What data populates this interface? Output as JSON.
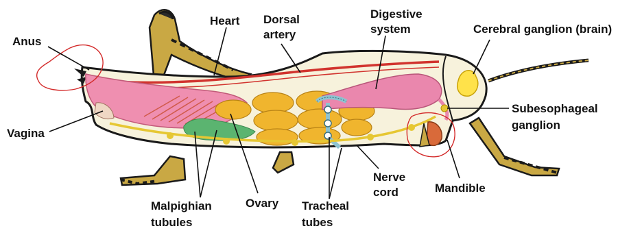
{
  "colors": {
    "body_fill": "#f7f2dc",
    "outline": "#1a1a1a",
    "leg": "#c9a844",
    "reproductive": "#ef8fb0",
    "digestive": "#ea87ad",
    "fat_body": "#f0b52e",
    "malpighian": "#5bb470",
    "nerve": "#e6c733",
    "trachea": "#8fc3d0",
    "brain": "#ffe24a",
    "artery": "#d1332e",
    "annotation": "#d32a2a"
  },
  "labels": {
    "anus": "Anus",
    "heart": "Heart",
    "dorsal_artery_1": "Dorsal",
    "dorsal_artery_2": "artery",
    "digestive_1": "Digestive",
    "digestive_2": "system",
    "cerebral": "Cerebral ganglion (brain)",
    "subesophageal_1": "Subesophageal",
    "subesophageal_2": "ganglion",
    "vagina": "Vagina",
    "nerve_cord_1": "Nerve",
    "nerve_cord_2": "cord",
    "mandible": "Mandible",
    "malpighian_1": "Malpighian",
    "malpighian_2": "tubules",
    "ovary": "Ovary",
    "tracheal_1": "Tracheal",
    "tracheal_2": "tubes"
  }
}
